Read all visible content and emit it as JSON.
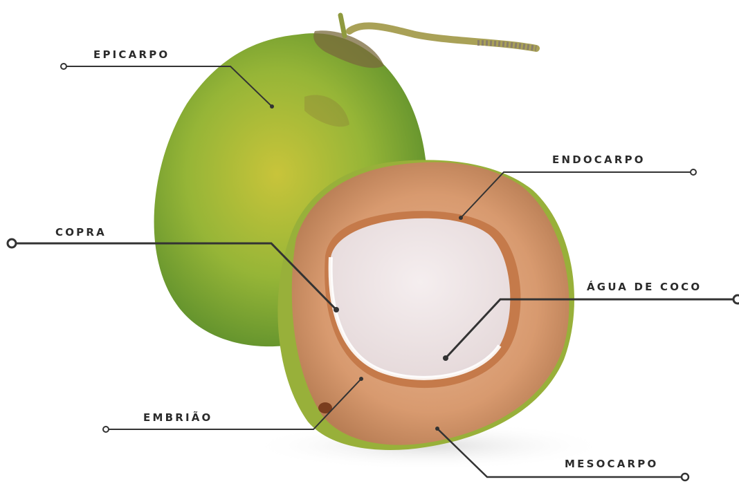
{
  "labels": {
    "epicarpo": "EPICARPO",
    "endocarpo": "ENDOCARPO",
    "copra": "COPRA",
    "agua": "ÁGUA DE COCO",
    "embriao": "EMBRIÃO",
    "mesocarpo": "MESOCARPO"
  },
  "colors": {
    "line": "#333333",
    "husk_green": "#8fb33b",
    "husk_yellow": "#c9c43a",
    "fiber": "#d9a27c",
    "flesh": "#f1e9ea"
  }
}
